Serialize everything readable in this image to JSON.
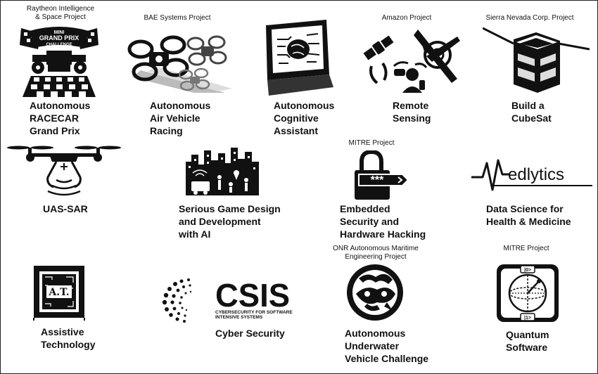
{
  "projects": [
    {
      "sponsor": [
        "Raytheon Intelligence",
        "& Space Project"
      ],
      "title": [
        "Autonomous",
        "RACECAR",
        "Grand Prix"
      ],
      "logo_text": [
        "MINI",
        "GRAND PRIX",
        "CHALLENGE"
      ]
    },
    {
      "sponsor": [
        "BAE Systems Project"
      ],
      "title": [
        "Autonomous",
        "Air Vehicle",
        "Racing"
      ]
    },
    {
      "sponsor": [],
      "title": [
        "Autonomous",
        "Cognitive",
        "Assistant"
      ]
    },
    {
      "sponsor": [
        "Amazon Project"
      ],
      "title": [
        "Remote",
        "Sensing"
      ]
    },
    {
      "sponsor": [
        "Sierra Nevada Corp. Project"
      ],
      "title": [
        "Build a",
        "CubeSat"
      ]
    },
    {
      "sponsor": [],
      "title": [
        "UAS-SAR"
      ]
    },
    {
      "sponsor": [],
      "title": [
        "Serious Game Design",
        "and Development",
        "with AI"
      ]
    },
    {
      "sponsor": [
        "MITRE Project"
      ],
      "title": [
        "Embedded",
        "Security and",
        "Hardware Hacking"
      ],
      "logo_text": [
        "***"
      ]
    },
    {
      "sponsor": [],
      "title": [
        "Data Science for",
        "Health & Medicine"
      ],
      "logo_text": [
        "edlytics"
      ]
    },
    {
      "sponsor": [],
      "title": [
        "Assistive",
        "Technology"
      ],
      "logo_text": [
        "A.T."
      ]
    },
    {
      "sponsor": [],
      "title": [
        "Cyber Security"
      ],
      "logo_text": [
        "CSIS",
        "CYBERSECURITY FOR SOFTWARE",
        "INTENSIVE SYSTEMS"
      ]
    },
    {
      "sponsor": [
        "ONR Autonomous Maritime",
        "Engineering Project"
      ],
      "title": [
        "Autonomous",
        "Underwater",
        "Vehicle Challenge"
      ]
    },
    {
      "sponsor": [
        "MITRE Project"
      ],
      "title": [
        "Quantum",
        "Software"
      ],
      "logo_text": [
        "|0>",
        "|1>"
      ]
    }
  ]
}
